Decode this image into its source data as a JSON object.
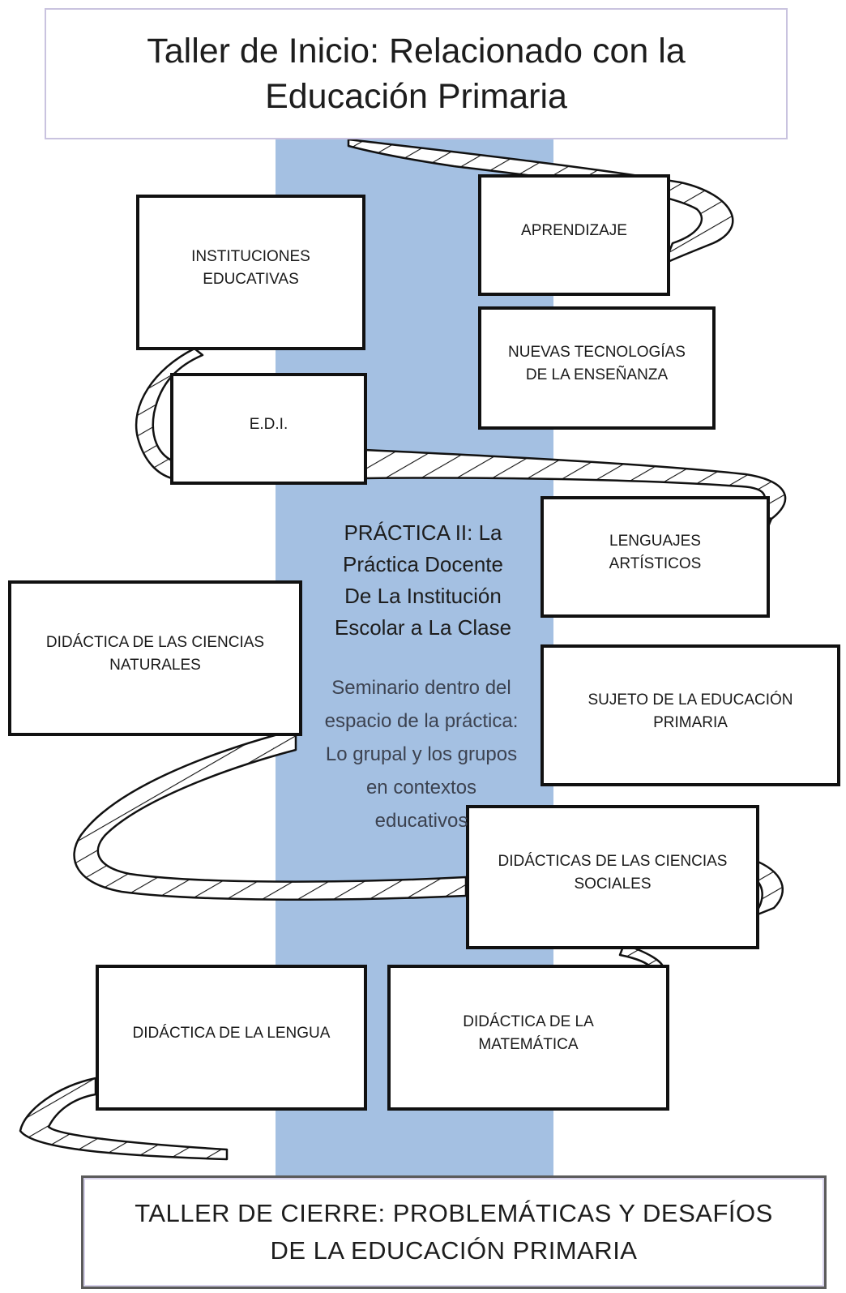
{
  "header": {
    "title": "Taller de Inicio: Relacionado con la\nEducación Primaria"
  },
  "center": {
    "title": "PRÁCTICA II: La\nPráctica Docente\nDe La Institución\nEscolar a La Clase",
    "subtitle": "Seminario dentro del\nespacio de la práctica:\nLo grupal y los grupos\nen contextos\neducativos"
  },
  "boxes": {
    "instituciones": "INSTITUCIONES\nEDUCATIVAS",
    "aprendizaje": "APRENDIZAJE",
    "nuevas_tecnologias": "NUEVAS TECNOLOGÍAS\nDE LA ENSEÑANZA",
    "edi": "E.D.I.",
    "lenguajes_artisticos": "LENGUAJES\nARTÍSTICOS",
    "ciencias_naturales": "DIDÁCTICA  DE LAS CIENCIAS\nNATURALES",
    "sujeto_educacion": "SUJETO  DE LA EDUCACIÓN\nPRIMARIA",
    "ciencias_sociales": "DIDÁCTICAS  DE LAS CIENCIAS\nSOCIALES",
    "lengua": "DIDÁCTICA  DE LA LENGUA",
    "matematica": "DIDÁCTICA  DE LA\nMATEMÁTICA"
  },
  "footer": {
    "title": "TALLER DE CIERRE:  PROBLEMÁTICAS Y DESAFÍOS\nDE LA EDUCACIÓN  PRIMARIA"
  },
  "colors": {
    "band": "#a4c0e2",
    "border": "#111111",
    "title_border": "#c9c3df"
  },
  "icons": {
    "ribbon": "spiral-ribbon-graphic"
  }
}
